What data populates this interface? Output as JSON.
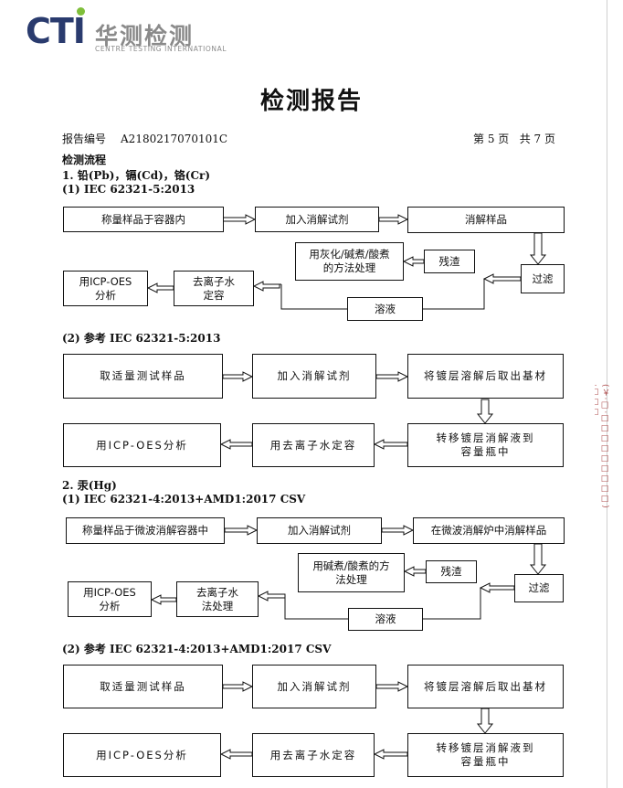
{
  "logo": {
    "brand": "CTI",
    "cn_name": "华测检测",
    "en_name": "CENTRE TESTING INTERNATIONAL"
  },
  "title": "检测报告",
  "meta": {
    "report_no_label": "报告编号",
    "report_no": "A2180217070101C",
    "page_info": "第 5 页   共 7 页"
  },
  "section_heading": "检测流程",
  "s1": {
    "heading": "1. 铅(Pb)，镉(Cd)，铬(Cr)",
    "sub1": "(1) IEC 62321-5:2013",
    "sub2": "(2)  参考 IEC 62321-5:2013"
  },
  "s2": {
    "heading": "2. 汞(Hg)",
    "sub1": "(1) IEC 62321-4:2013+AMD1:2017 CSV",
    "sub2": "(2)  参考 IEC 62321-4:2013+AMD1:2017 CSV"
  },
  "f1": {
    "weigh": "称量样品于容器内",
    "add": "加入消解试剂",
    "digest": "消解样品",
    "filter": "过滤",
    "residue": "残渣",
    "treat": "用灰化/碱煮/酸煮\n的方法处理",
    "solution": "溶液",
    "dilute": "去离子水\n定容",
    "analysis": "用ICP-OES\n分析"
  },
  "f2": {
    "take": "取适量测试样品",
    "add": "加入消解试剂",
    "dissolve": "将镀层溶解后取出基材",
    "transfer": "转移镀层消解液到\n容量瓶中",
    "dilute": "用去离子水定容",
    "analysis": "用ICP-OES分析"
  },
  "f3": {
    "weigh": "称量样品于微波消解容器中",
    "add": "加入消解试剂",
    "digest": "在微波消解炉中消解样品",
    "filter": "过滤",
    "residue": "残渣",
    "treat": "用碱煮/酸煮的方\n法处理",
    "solution": "溶液",
    "dilute": "去离子水\n法处理",
    "analysis": "用ICP-OES\n分析"
  },
  "f4": {
    "take": "取适量测试样品",
    "add": "加入消解试剂",
    "dissolve": "将镀层溶解后取出基材",
    "transfer": "转移镀层消解液到\n容量瓶中",
    "dilute": "用去离子水定容",
    "analysis": "用ICP-OES分析"
  },
  "stamp": "(￥·□·□□□□□□□□□) ·□□□"
}
